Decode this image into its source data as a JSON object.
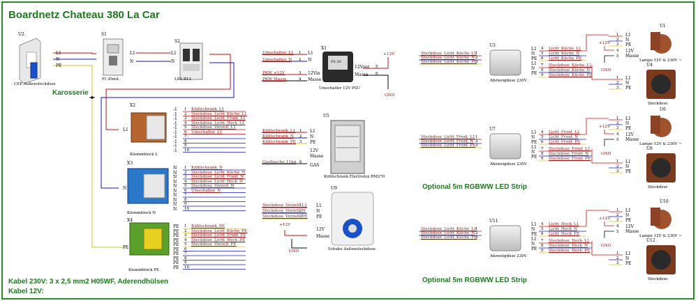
{
  "title": "Boardnetz Chateau 380 La Car",
  "karosserie": "Karosserie",
  "footer": {
    "cable_230": "Kabel 230V: 3 x 2,5 mm2 H05WF, Aderendhülsen",
    "cable_12": "Kabel 12V:"
  },
  "led_strip": "Optional 5m RGBWW LED Strip",
  "components": {
    "u2": {
      "ref": "U2",
      "name": "CEE Außensteckdose"
    },
    "s1": {
      "ref": "S1",
      "name": "FI 30mA"
    },
    "s2": {
      "ref": "S2",
      "name": "LSS B13"
    },
    "x1": {
      "ref": "X1",
      "name": "Umschalter 12V PSU",
      "display": "PS 20"
    },
    "u5": {
      "ref": "U5",
      "name": "Kühlschrank Electrolux RM270"
    },
    "u9": {
      "ref": "U9",
      "name": "Schuko Außensteckdose"
    },
    "x2": {
      "ref": "X2",
      "name": "Klemmblock L"
    },
    "x3": {
      "ref": "X3",
      "name": "Klemmblock N"
    },
    "x4": {
      "ref": "X4",
      "name": "Klemmblock PE"
    },
    "u3": {
      "ref": "U3",
      "name": "Abzweigdose 230V"
    },
    "u7": {
      "ref": "U7",
      "name": "Abzweigdose 230V"
    },
    "u11": {
      "ref": "U11",
      "name": "Abzweigdose 230V"
    },
    "u1": {
      "ref": "U1",
      "name": "Lampe 12V & 230V ~"
    },
    "u6": {
      "ref": "U6",
      "name": "Lampe 12V & 230V ~"
    },
    "u10": {
      "ref": "U10",
      "name": "Lampe 12V & 230V ~"
    },
    "u4": {
      "ref": "U4",
      "name": "Steckdose"
    },
    "u8": {
      "ref": "U8",
      "name": "Steckdose"
    },
    "u12": {
      "ref": "U12",
      "name": "Steckdose"
    }
  },
  "x2_wires": [
    "Kühlschrank_L1",
    "Steckdose_Licht_Küche_L1",
    "Steckdose_Licht_Front_L1",
    "Steckdose_Licht_Heck_L1",
    "Steckdose_Vorzelt_L1",
    "Umschalter_L1"
  ],
  "x3_wires": [
    "Kühlschrank_N",
    "Steckdose_Licht_Küche_N",
    "Steckdose_Licht_Front_N",
    "Steckdose_Licht_Heck_N",
    "Steckdose_Vorzelt_N",
    "Umschalter_N"
  ],
  "x4_wires": [
    "Kühlschrank_PE",
    "Steckdose_Licht_Küche_PE",
    "Steckdose_Licht_Front_PE",
    "Steckdose_Licht_Heck_PE",
    "Steckdose_Vorzelt_PE"
  ],
  "x1_wires": [
    "Umschalter_L1",
    "Umschalter_N",
    "PKW +12V",
    "PKW Masse"
  ],
  "x1_pins": [
    "L1",
    "N",
    "12Vin",
    "Masse"
  ],
  "x1_out": [
    "12Vout",
    "Masse"
  ],
  "plus12": "+12V",
  "gnd": "GND",
  "u5_wires": [
    "Kühlschrank_L1",
    "Kühlschrank_N",
    "Kühlschrank_PE",
    "Gasflasche 11kg"
  ],
  "u5_pins": [
    "L1",
    "N",
    "PE",
    "12V",
    "Masse",
    "GAS"
  ],
  "u9_wires": [
    "Steckdose_Vorzelt_L1",
    "Steckdose_Vorzelt_N",
    "Steckdose_Vorzelt_PE"
  ],
  "u9_pins": [
    "L1",
    "N",
    "PE",
    "12V",
    "Masse"
  ],
  "branches": [
    {
      "in": [
        "Steckdose_Licht_Küche_L1",
        "Steckdose_Licht_Küche_N",
        "Steckdose_Licht_Küche_PE"
      ],
      "out": [
        "Licht_Küche_L1",
        "Licht_Küche_N",
        "Licht_Küche_PE",
        "Steckdose_Küche_L1",
        "Steckdose_Küche_N",
        "Steckdose_Küche_PE"
      ]
    },
    {
      "in": [
        "Steckdose_Licht_Front_L1",
        "Steckdose_Licht_Front_N",
        "Steckdose_Licht_Front_PE"
      ],
      "out": [
        "Licht_Front_L1",
        "Licht_Front_N",
        "Licht_Front_PE",
        "Steckdose_Front_L1",
        "Steckdose_Front_N",
        "Steckdose_Front_PE"
      ]
    },
    {
      "in": [
        "Steckdose_Licht_Küche_L1",
        "Steckdose_Licht_Küche_N",
        "Steckdose_Licht_Küche_PE"
      ],
      "out": [
        "Licht_Heck_L1",
        "Licht_Heck_N",
        "Licht_Heck_PE",
        "Steckdose_Heck_L1",
        "Steckdose_Heck_N",
        "Steckdose_Heck_PE"
      ]
    }
  ],
  "pins_lnpe": [
    "L1",
    "N",
    "PE"
  ],
  "lamp_pins": [
    "12V",
    "Masse"
  ]
}
